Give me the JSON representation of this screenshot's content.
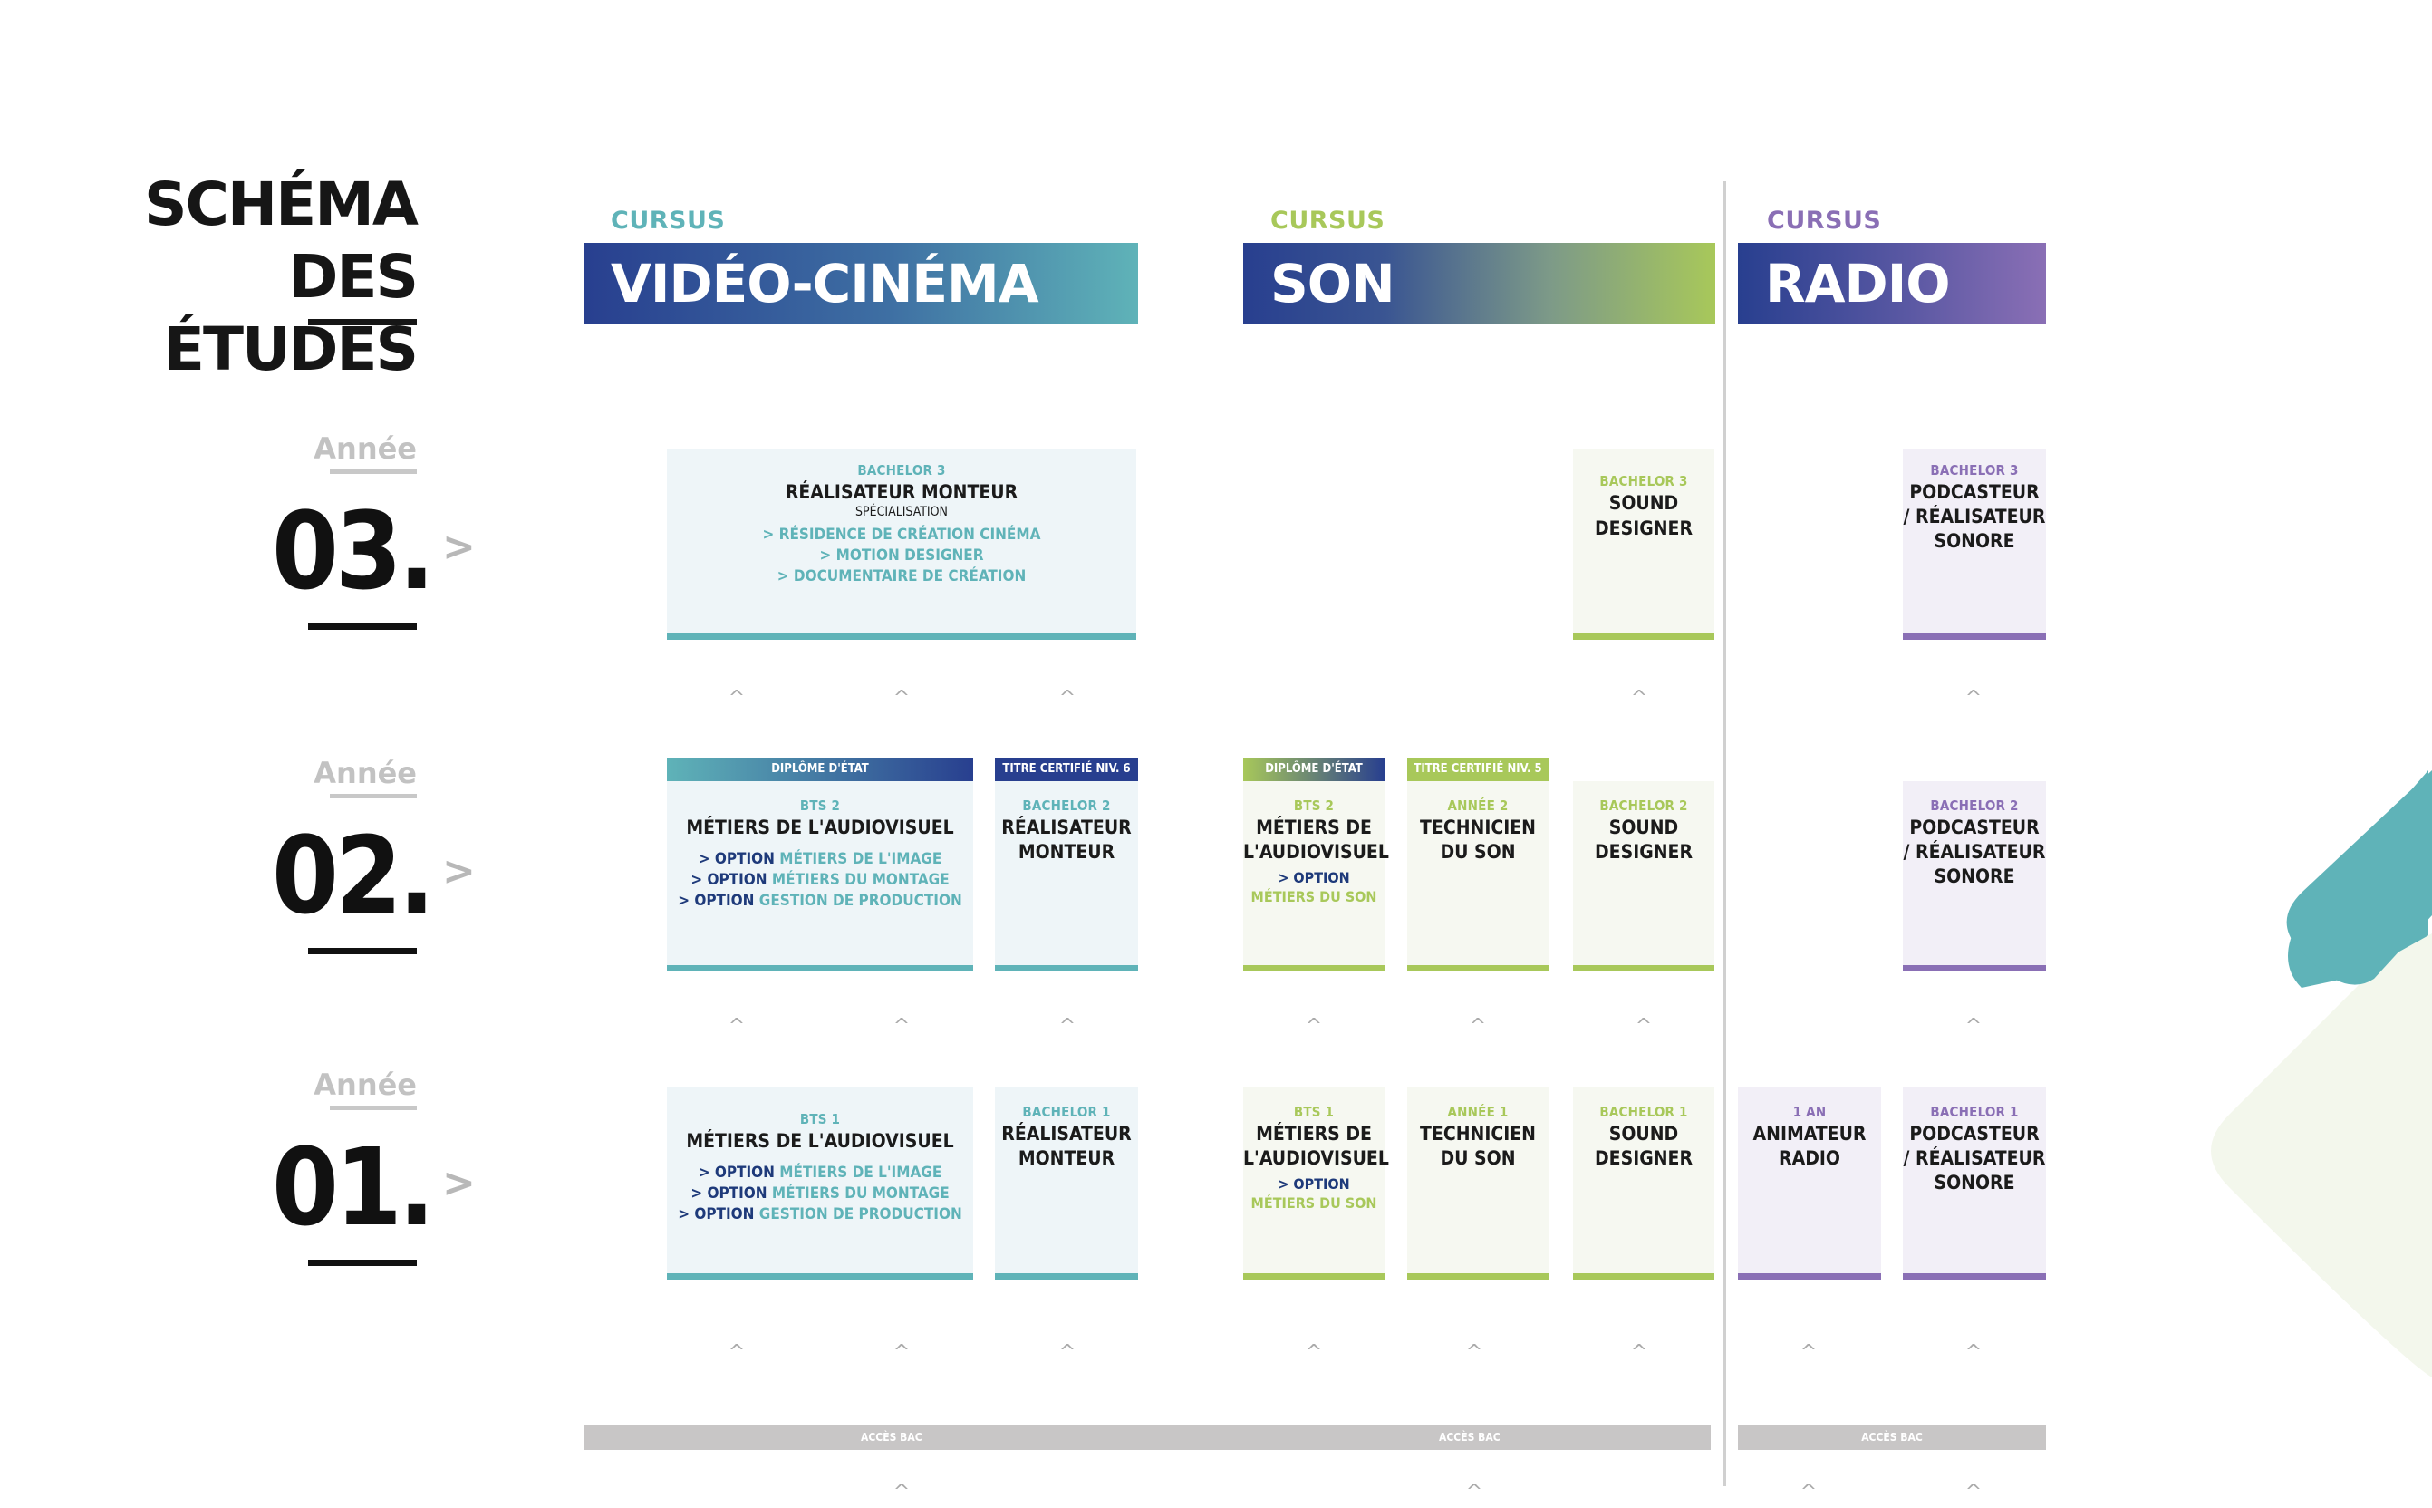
{
  "title": {
    "line1": "SCHÉMA",
    "line2": "DES ÉTUDES"
  },
  "years": [
    {
      "label": "Année",
      "number": "03.",
      "chevron": ">"
    },
    {
      "label": "Année",
      "number": "02.",
      "chevron": ">"
    },
    {
      "label": "Année",
      "number": "01.",
      "chevron": ">"
    }
  ],
  "cursus": [
    {
      "kicker": "CURSUS",
      "name": "VIDÉO-CINÉMA",
      "color": "#5fb3b8"
    },
    {
      "kicker": "CURSUS",
      "name": "SON",
      "color": "#a8c85a"
    },
    {
      "kicker": "CURSUS",
      "name": "RADIO",
      "color": "#8a6fb5"
    }
  ],
  "colors": {
    "navy": "#283f8f",
    "teal": "#5fb3b8",
    "green": "#a8c85a",
    "purple": "#8a6fb5",
    "teal_bg": "#eef5f8",
    "green_bg": "#f6f8f1",
    "purple_bg": "#f2eff7",
    "access_gray": "#c8c6c6"
  },
  "cards": {
    "v3": {
      "level": "BACHELOR 3",
      "title": "RÉALISATEUR MONTEUR",
      "spec": "SPÉCIALISATION",
      "options": [
        "> RÉSIDENCE DE CRÉATION CINÉMA",
        "> MOTION DESIGNER",
        "> DOCUMENTAIRE DE CRÉATION"
      ]
    },
    "s3": {
      "level": "BACHELOR 3",
      "title1": "SOUND",
      "title2": "DESIGNER"
    },
    "r3": {
      "level": "BACHELOR 3",
      "title1": "PODCASTEUR",
      "title2": "/ RÉALISATEUR",
      "title3": "SONORE"
    },
    "v2a": {
      "tag": "DIPLÔME D'ÉTAT",
      "level": "BTS 2",
      "title": "MÉTIERS DE L'AUDIOVISUEL",
      "opt_kw": "> OPTION",
      "opts": [
        "MÉTIERS DE L'IMAGE",
        "MÉTIERS DU MONTAGE",
        "GESTION DE PRODUCTION"
      ]
    },
    "v2b": {
      "tag": "TITRE CERTIFIÉ NIV. 6",
      "level": "BACHELOR 2",
      "title1": "RÉALISATEUR",
      "title2": "MONTEUR"
    },
    "s2a": {
      "tag": "DIPLÔME D'ÉTAT",
      "level": "BTS 2",
      "title1": "MÉTIERS DE",
      "title2": "L'AUDIOVISUEL",
      "opt_kw": "> OPTION",
      "opt": "MÉTIERS DU SON"
    },
    "s2b": {
      "tag": "TITRE CERTIFIÉ NIV. 5",
      "level": "ANNÉE 2",
      "title1": "TECHNICIEN",
      "title2": "DU SON"
    },
    "s2c": {
      "level": "BACHELOR 2",
      "title1": "SOUND",
      "title2": "DESIGNER"
    },
    "r2": {
      "level": "BACHELOR 2",
      "title1": "PODCASTEUR",
      "title2": "/ RÉALISATEUR",
      "title3": "SONORE"
    },
    "v1a": {
      "level": "BTS 1",
      "title": "MÉTIERS DE L'AUDIOVISUEL",
      "opt_kw": "> OPTION",
      "opts": [
        "MÉTIERS DE L'IMAGE",
        "MÉTIERS DU MONTAGE",
        "GESTION DE PRODUCTION"
      ]
    },
    "v1b": {
      "level": "BACHELOR 1",
      "title1": "RÉALISATEUR",
      "title2": "MONTEUR"
    },
    "s1a": {
      "level": "BTS 1",
      "title1": "MÉTIERS DE",
      "title2": "L'AUDIOVISUEL",
      "opt_kw": "> OPTION",
      "opt": "MÉTIERS DU SON"
    },
    "s1b": {
      "level": "ANNÉE 1",
      "title1": "TECHNICIEN",
      "title2": "DU SON"
    },
    "s1c": {
      "level": "BACHELOR 1",
      "title1": "SOUND",
      "title2": "DESIGNER"
    },
    "r1a": {
      "level": "1 AN",
      "title1": "ANIMATEUR",
      "title2": "RADIO"
    },
    "r1b": {
      "level": "BACHELOR 1",
      "title1": "PODCASTEUR",
      "title2": "/ RÉALISATEUR",
      "title3": "SONORE"
    }
  },
  "access": {
    "label1": "ACCÈS BAC",
    "label2": "ACCÈS BAC",
    "label3": "ACCÈS BAC"
  },
  "arrow_glyph": "^"
}
